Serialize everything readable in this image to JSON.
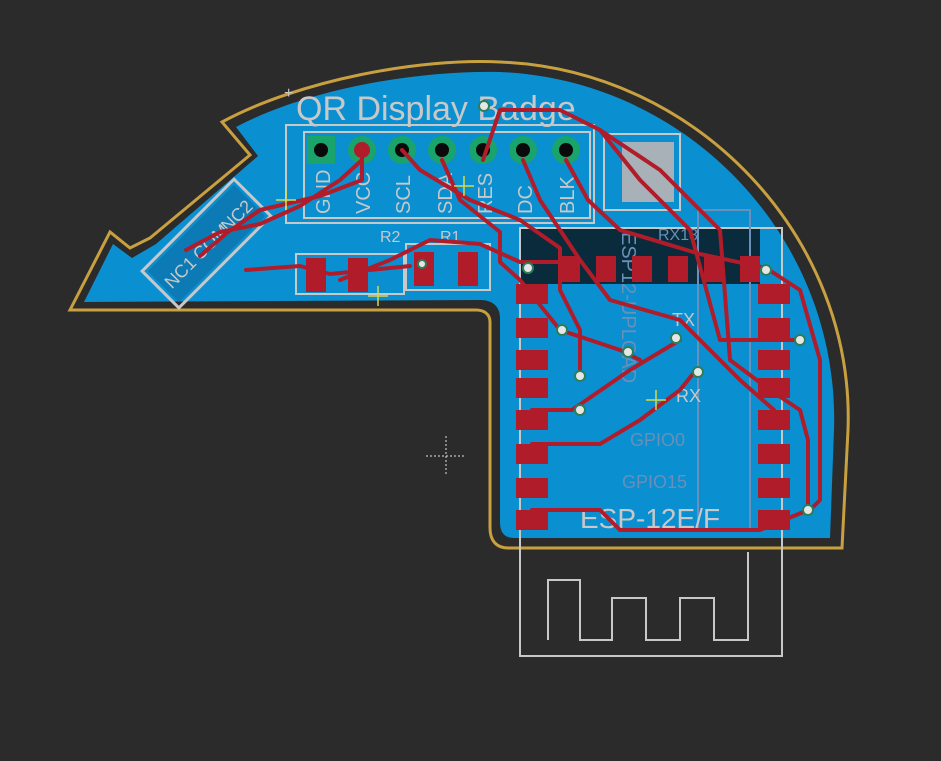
{
  "board": {
    "title": "QR Display Badge",
    "colors": {
      "background": "#2b2b2b",
      "board_fill": "#0a8fd0",
      "outline": "#c8a040",
      "copper_top": "#b01c2a",
      "silkscreen": "#c8c8c8",
      "pad_green": "#1aa36b"
    }
  },
  "header": {
    "pins": [
      "GND",
      "VCC",
      "SCL",
      "SDA",
      "RES",
      "DC",
      "BLK"
    ]
  },
  "switch": {
    "labels": [
      "NC2",
      "COM",
      "NC1"
    ]
  },
  "resistors": {
    "r1": "R1",
    "r2": "R2"
  },
  "module": {
    "label": "ESP-12E/F",
    "gpio_labels": [
      "GPIO0",
      "GPIO15",
      "TX",
      "RX"
    ],
    "side_label": "ESP12-UPLOAD",
    "top_label": "RX13"
  },
  "misc": {
    "cross_label": "+"
  }
}
